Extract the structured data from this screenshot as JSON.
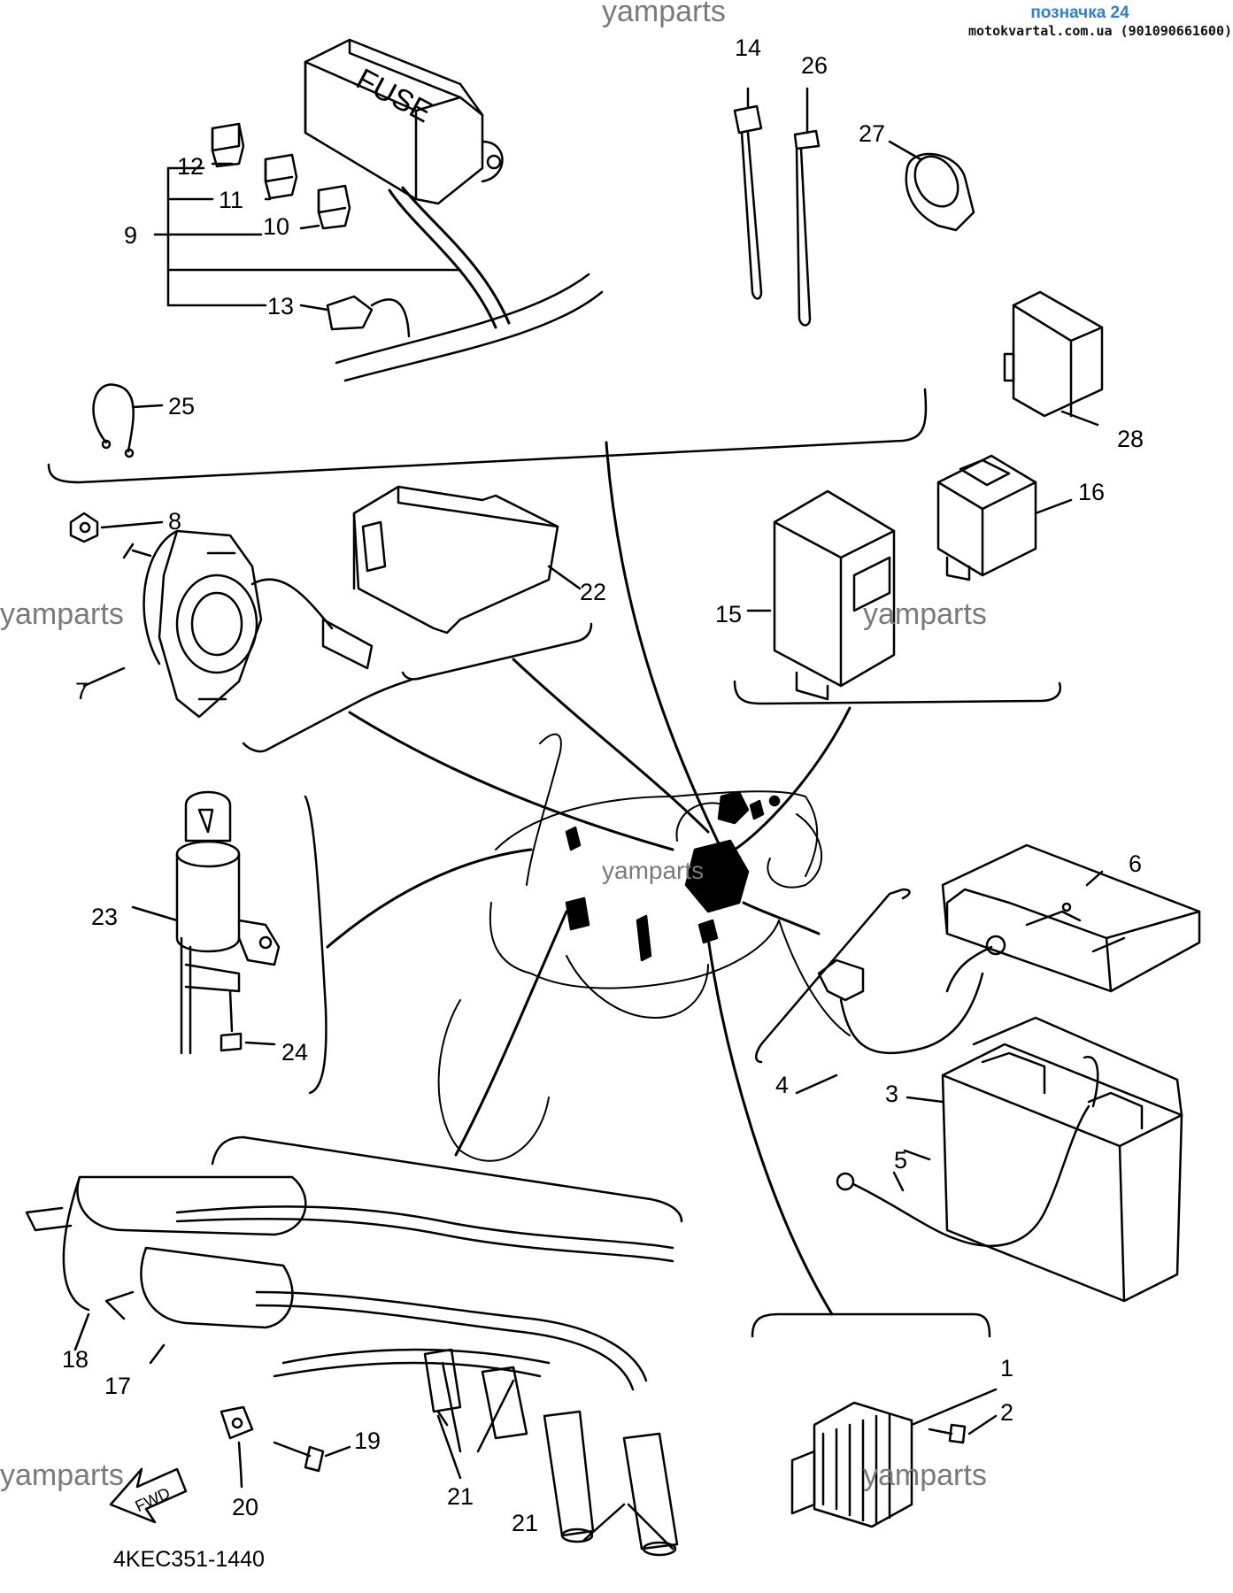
{
  "header": {
    "label": "позначка 24",
    "source": "motokvartal.com.ua (901090661600)"
  },
  "watermark": "yamparts",
  "diagram_code": "4KEC351-1440",
  "box_texts": {
    "fuse": "FUSE",
    "fwd": "FWD"
  },
  "colors": {
    "line": "#000000",
    "watermark": "#7a7a7a",
    "header_accent": "#2f7ed8"
  },
  "callouts": [
    "1",
    "2",
    "3",
    "4",
    "5",
    "6",
    "7",
    "8",
    "9",
    "10",
    "11",
    "12",
    "13",
    "14",
    "15",
    "16",
    "17",
    "18",
    "19",
    "20",
    "21",
    "22",
    "23",
    "24",
    "25",
    "26",
    "27",
    "28"
  ]
}
